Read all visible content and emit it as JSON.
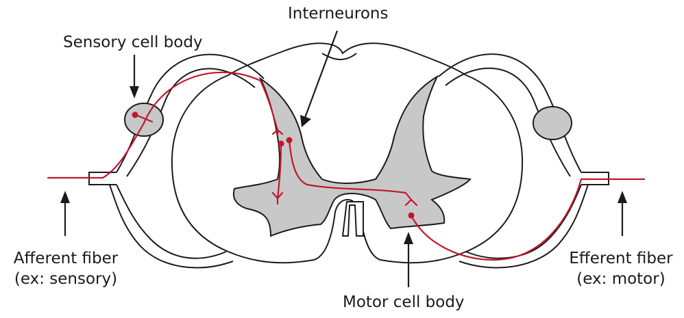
{
  "labels": {
    "interneurons": "Interneurons",
    "sensory_cell_body": "Sensory cell body",
    "afferent_fiber": "Afferent fiber",
    "afferent_example": "(ex: sensory)",
    "efferent_fiber": "Efferent fiber",
    "efferent_example": "(ex: motor)",
    "motor_cell_body": "Motor cell body"
  },
  "colors": {
    "outline": "#1a1a1a",
    "gray_matter": "#c8c8c8",
    "neuron_path": "#c0162c",
    "background": "#ffffff"
  }
}
